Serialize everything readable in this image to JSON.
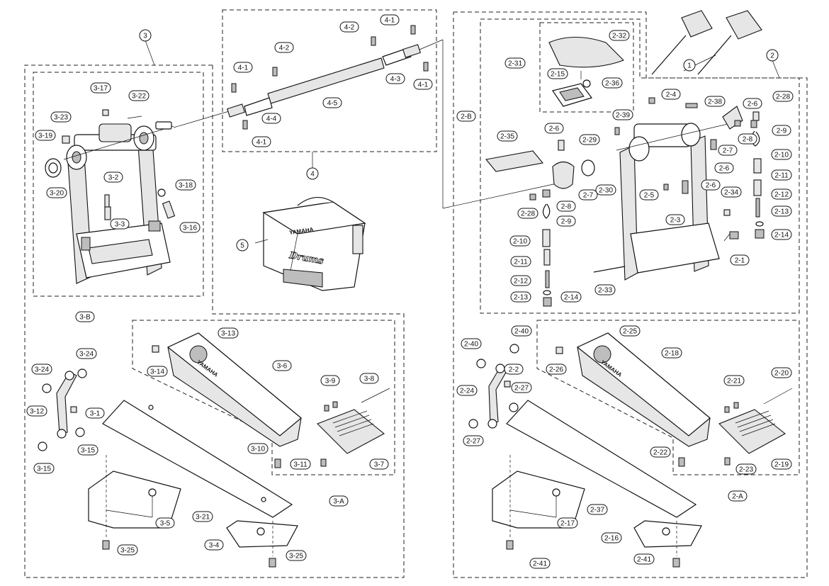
{
  "callouts": {
    "c1": "1",
    "c2": "2",
    "c3": "3",
    "c4": "4",
    "c5": "5",
    "c3_A": "3-A",
    "c3_B": "3-B",
    "c2_A": "2-A",
    "c2_B": "2-B",
    "c3_1": "3-1",
    "c3_2": "3-2",
    "c3_3": "3-3",
    "c3_4": "3-4",
    "c3_5": "3-5",
    "c3_6": "3-6",
    "c3_7": "3-7",
    "c3_8": "3-8",
    "c3_9": "3-9",
    "c3_10": "3-10",
    "c3_11": "3-11",
    "c3_12": "3-12",
    "c3_13": "3-13",
    "c3_14": "3-14",
    "c3_15": "3-15",
    "c3_16": "3-16",
    "c3_17": "3-17",
    "c3_18": "3-18",
    "c3_19": "3-19",
    "c3_20": "3-20",
    "c3_21": "3-21",
    "c3_22": "3-22",
    "c3_23": "3-23",
    "c3_24": "3-24",
    "c3_25": "3-25",
    "c4_1": "4-1",
    "c4_2": "4-2",
    "c4_3": "4-3",
    "c4_4": "4-4",
    "c4_5": "4-5",
    "c2_1": "2-1",
    "c2_2": "2-2",
    "c2_3": "2-3",
    "c2_4": "2-4",
    "c2_5": "2-5",
    "c2_6": "2-6",
    "c2_7": "2-7",
    "c2_8": "2-8",
    "c2_9": "2-9",
    "c2_10": "2-10",
    "c2_11": "2-11",
    "c2_12": "2-12",
    "c2_13": "2-13",
    "c2_14": "2-14",
    "c2_15": "2-15",
    "c2_16": "2-16",
    "c2_17": "2-17",
    "c2_18": "2-18",
    "c2_19": "2-19",
    "c2_20": "2-20",
    "c2_21": "2-21",
    "c2_22": "2-22",
    "c2_23": "2-23",
    "c2_24": "2-24",
    "c2_25": "2-25",
    "c2_26": "2-26",
    "c2_27": "2-27",
    "c2_28": "2-28",
    "c2_29": "2-29",
    "c2_30": "2-30",
    "c2_31": "2-31",
    "c2_32": "2-32",
    "c2_33": "2-33",
    "c2_34": "2-34",
    "c2_35": "2-35",
    "c2_36": "2-36",
    "c2_37": "2-37",
    "c2_38": "2-38",
    "c2_39": "2-39",
    "c2_40": "2-40",
    "c2_41": "2-41"
  },
  "brand": {
    "footboard_logo": "YAMAHA",
    "bag_logo": "YAMAHA",
    "bag_script": "Drums"
  }
}
